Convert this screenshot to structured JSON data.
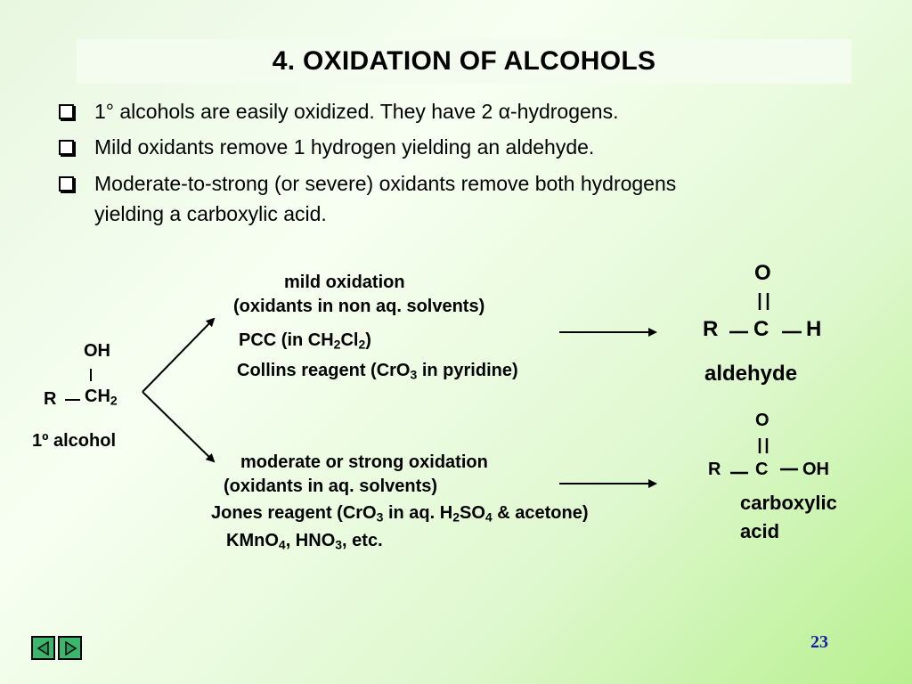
{
  "title": "4.  OXIDATION OF ALCOHOLS",
  "bullets": [
    "1° alcohols are easily oxidized.  They have 2 α-hydrogens.",
    "Mild oxidants remove 1 hydrogen yielding an aldehyde.",
    "Moderate-to-strong (or severe) oxidants remove both hydrogens",
    "yielding a carboxylic acid."
  ],
  "reactant": {
    "oh": "OH",
    "r": "R",
    "ch": "CH",
    "ch_sub": "2",
    "label": "1º alcohol"
  },
  "mild": {
    "heading": "mild oxidation",
    "solvent": "(oxidants in non aq. solvents)",
    "pcc_1": "PCC (in CH",
    "pcc_sub1": "2",
    "pcc_2": "Cl",
    "pcc_sub2": "2",
    "pcc_3": ")",
    "collins_1": "Collins reagent (CrO",
    "collins_sub": "3",
    "collins_2": " in pyridine)"
  },
  "strong": {
    "heading": "moderate or strong oxidation",
    "solvent": "(oxidants in aq. solvents)",
    "jones_1": "Jones reagent (CrO",
    "jones_sub1": "3",
    "jones_2": " in aq. H",
    "jones_sub2": "2",
    "jones_3": "SO",
    "jones_sub3": "4",
    "jones_4": " & acetone)",
    "kmno_1": "KMnO",
    "kmno_sub1": "4",
    "kmno_2": ", HNO",
    "kmno_sub2": "3",
    "kmno_3": ", etc."
  },
  "aldehyde": {
    "o": "O",
    "r": "R",
    "c": "C",
    "h": "H",
    "label": "aldehyde"
  },
  "acid": {
    "o": "O",
    "r": "R",
    "c": "C",
    "oh": "OH",
    "label1": "carboxylic",
    "label2": "acid"
  },
  "page_number": "23",
  "icons": {
    "prev": "triangle-left-icon",
    "next": "triangle-right-icon"
  }
}
